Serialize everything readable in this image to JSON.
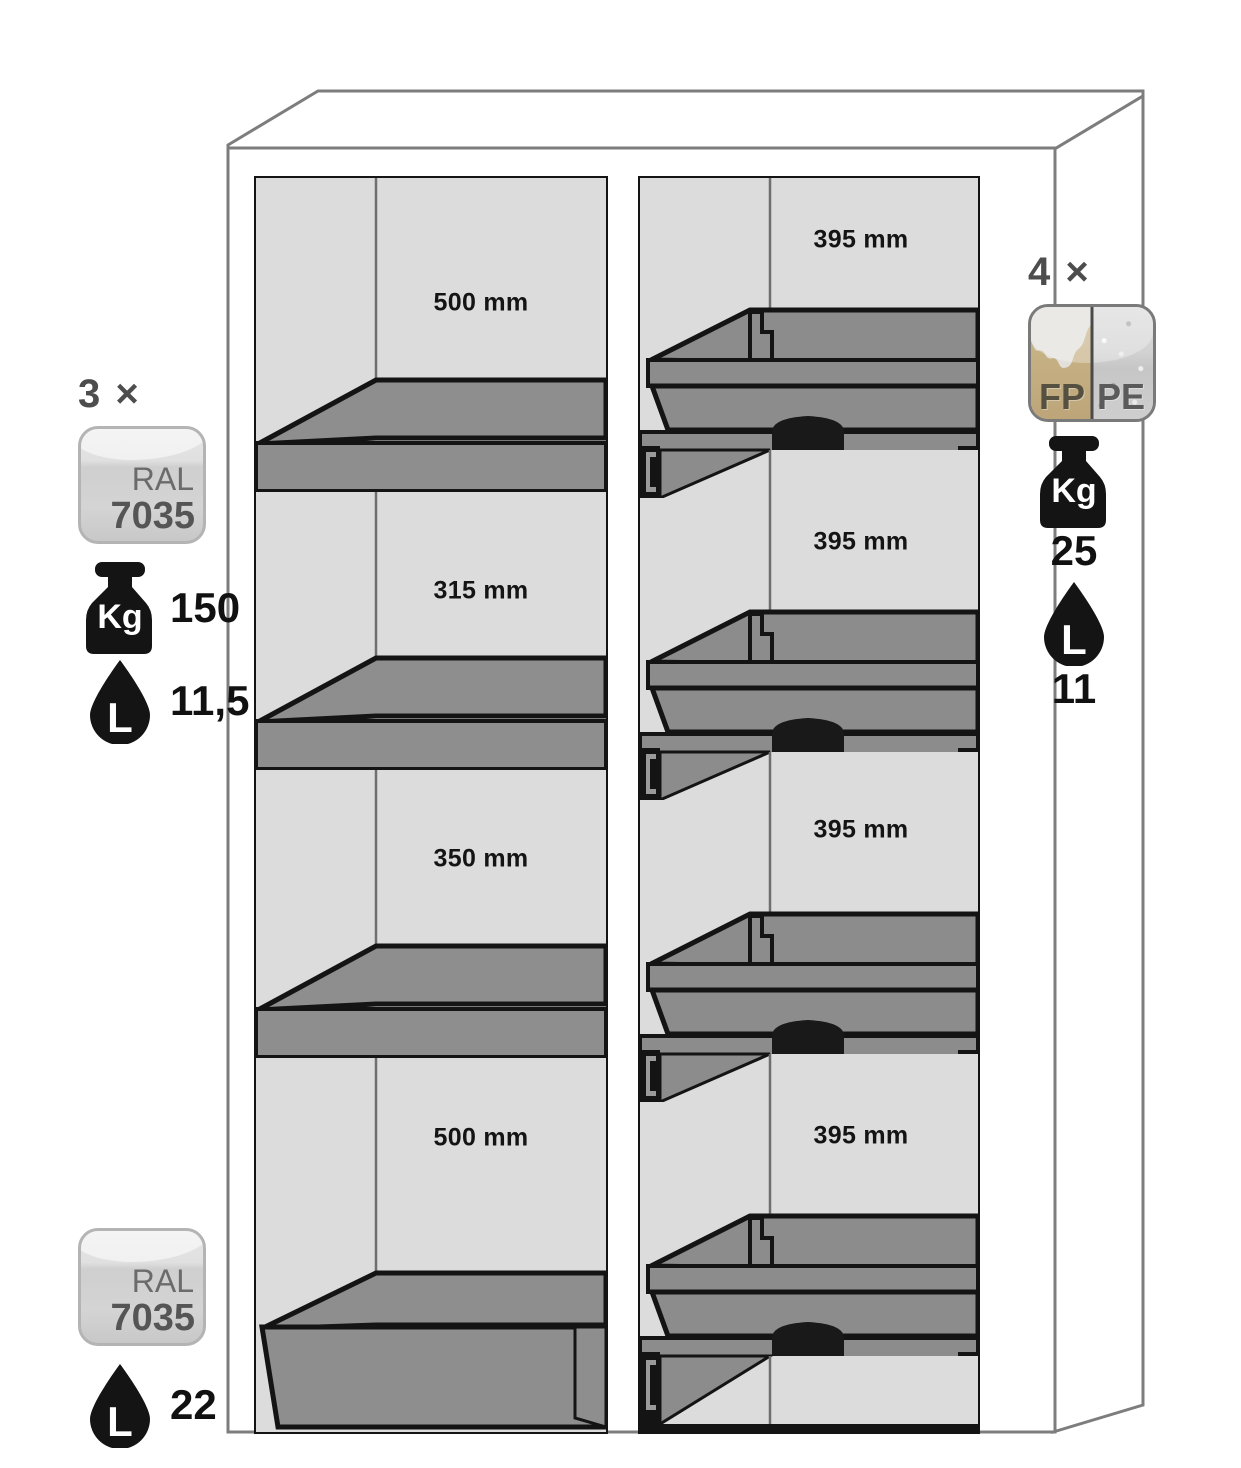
{
  "diagram": {
    "type": "safety-cabinet-interior-equipment-diagram",
    "cabinet": {
      "left_compartment": {
        "name": "shelf-column",
        "items": [
          {
            "label": "500 mm",
            "kind": "sump-tray-shelf"
          },
          {
            "label": "315 mm",
            "kind": "sump-tray-shelf"
          },
          {
            "label": "350 mm",
            "kind": "sump-tray-shelf"
          },
          {
            "label": "500 mm",
            "kind": "bottom-collecting-sump"
          }
        ]
      },
      "right_compartment": {
        "name": "drawer-column",
        "items": [
          {
            "label": "395 mm",
            "kind": "pull-out-drawer"
          },
          {
            "label": "395 mm",
            "kind": "pull-out-drawer"
          },
          {
            "label": "395 mm",
            "kind": "pull-out-drawer"
          },
          {
            "label": "395 mm",
            "kind": "pull-out-drawer"
          }
        ]
      }
    }
  },
  "legend_left": {
    "count": "3 ×",
    "badge": {
      "line1": "RAL",
      "line2": "7035"
    },
    "weight": {
      "icon_label": "Kg",
      "value": "150"
    },
    "volume": {
      "icon_label": "L",
      "value": "11,5"
    }
  },
  "legend_left_bottom": {
    "badge": {
      "line1": "RAL",
      "line2": "7035"
    },
    "volume": {
      "icon_label": "L",
      "value": "22"
    }
  },
  "legend_right": {
    "count": "4 ×",
    "badge": {
      "left": "FP",
      "right": "PE"
    },
    "weight": {
      "icon_label": "Kg",
      "value": "25"
    },
    "volume": {
      "icon_label": "L",
      "value": "11"
    }
  },
  "colors": {
    "outline": "#7d7d7d",
    "inner_frame": "#141414",
    "panel_light": "#dcdcdc",
    "panel_mid": "#8e8e8e",
    "tray": "#8c8c8c",
    "handle": "#191919",
    "badge_border": "#b4b4b4",
    "text_dark": "#141414",
    "count_gray": "#4d4d4d"
  }
}
